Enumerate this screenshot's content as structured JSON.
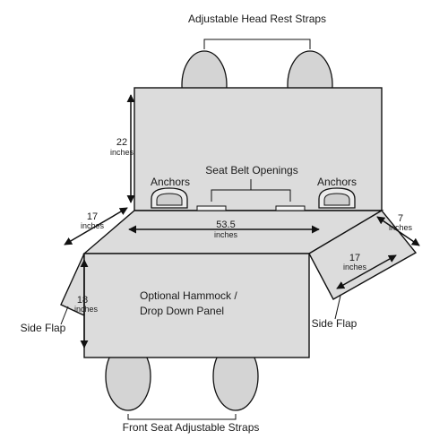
{
  "labels": {
    "head_rest_straps": "Adjustable Head Rest Straps",
    "front_seat_straps": "Front Seat Adjustable Straps",
    "seat_belt_openings": "Seat Belt Openings",
    "anchors_left": "Anchors",
    "anchors_right": "Anchors",
    "hammock_line1": "Optional Hammock /",
    "hammock_line2": "Drop Down Panel",
    "side_flap_left": "Side Flap",
    "side_flap_right": "Side Flap"
  },
  "dimensions": {
    "backrest_height": {
      "value": "22",
      "unit": "inches"
    },
    "seat_depth": {
      "value": "17",
      "unit": "inches"
    },
    "seat_width": {
      "value": "53.5",
      "unit": "inches"
    },
    "flap_width": {
      "value": "7",
      "unit": "inches"
    },
    "flap_depth": {
      "value": "17",
      "unit": "inches"
    },
    "hammock_height": {
      "value": "18",
      "unit": "inches"
    }
  },
  "colors": {
    "fabric": "#dcdcdc",
    "outline": "#111111",
    "background": "#ffffff"
  }
}
